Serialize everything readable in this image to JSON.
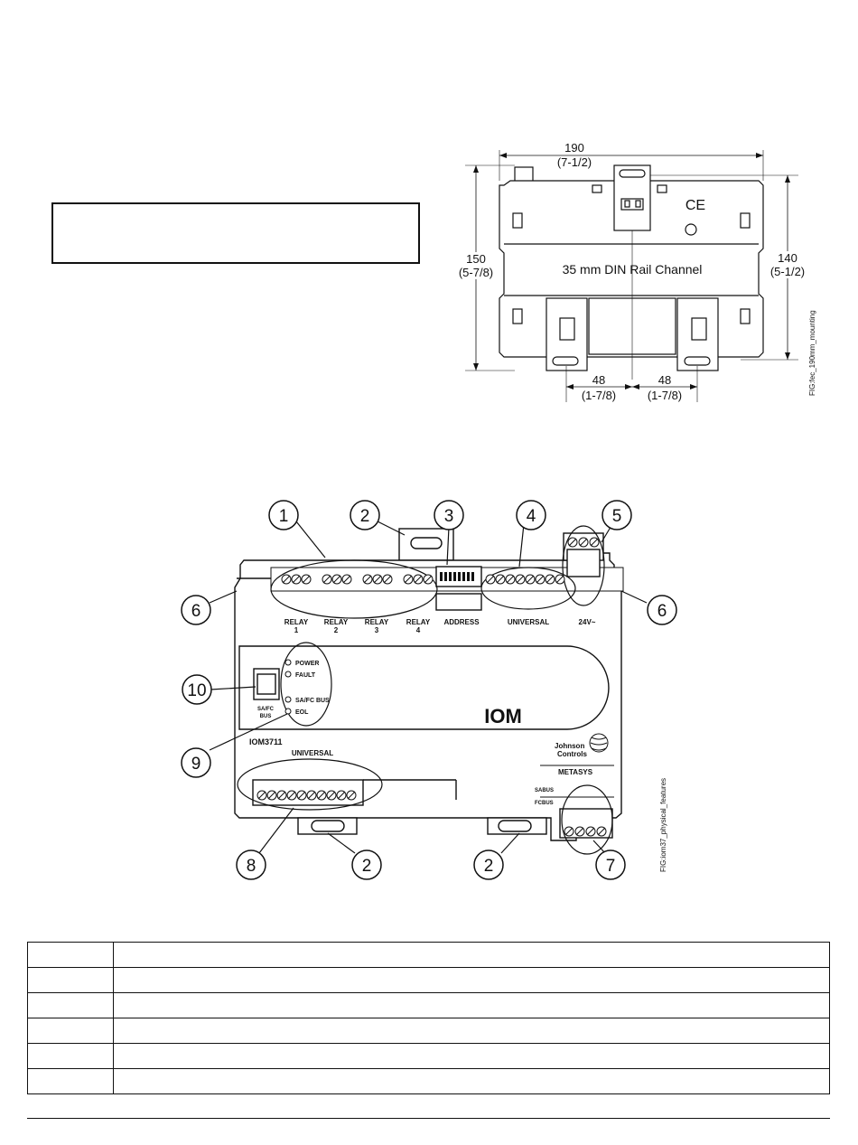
{
  "dims": {
    "width_mm": "190",
    "width_in": "(7-1/2)",
    "height_mm": "150",
    "height_in": "(5-7/8)",
    "rail_mm": "140",
    "rail_in": "(5-1/2)",
    "left_spacing_mm": "48",
    "left_spacing_in": "(1-7/8)",
    "right_spacing_mm": "48",
    "right_spacing_in": "(1-7/8)",
    "channel_label": "35 mm DIN Rail Channel",
    "ce_mark": "CE",
    "fig_id": "FIG:fec_190mm_mounting"
  },
  "device": {
    "relay_labels": [
      "RELAY\n1",
      "RELAY\n2",
      "RELAY\n3",
      "RELAY\n4"
    ],
    "relay1": "RELAY",
    "relay1_n": "1",
    "relay2": "RELAY",
    "relay2_n": "2",
    "relay3": "RELAY",
    "relay3_n": "3",
    "relay4": "RELAY",
    "relay4_n": "4",
    "address": "ADDRESS",
    "universal_top": "UNIVERSAL",
    "power_label": "24V~",
    "led_power": "POWER",
    "led_fault": "FAULT",
    "led_safc": "SA/FC BUS",
    "led_eol": "EOL",
    "port_label": "SA/FC",
    "port_label2": "BUS",
    "brand_big": "IOM",
    "model": "IOM3711",
    "universal_bottom": "UNIVERSAL",
    "johnson": "Johnson",
    "controls": "Controls",
    "metasys": "METASYS",
    "sabus": "SABUS",
    "fcbus": "FCBUS",
    "fig_id": "FIG:iom37_physical_features",
    "callouts": [
      "1",
      "2",
      "3",
      "4",
      "5",
      "6",
      "6",
      "10",
      "9",
      "8",
      "2",
      "2",
      "7"
    ]
  },
  "table": {
    "rows": [
      [
        "",
        ""
      ],
      [
        "",
        ""
      ],
      [
        "",
        ""
      ],
      [
        "",
        ""
      ],
      [
        "",
        ""
      ],
      [
        "",
        ""
      ]
    ]
  }
}
